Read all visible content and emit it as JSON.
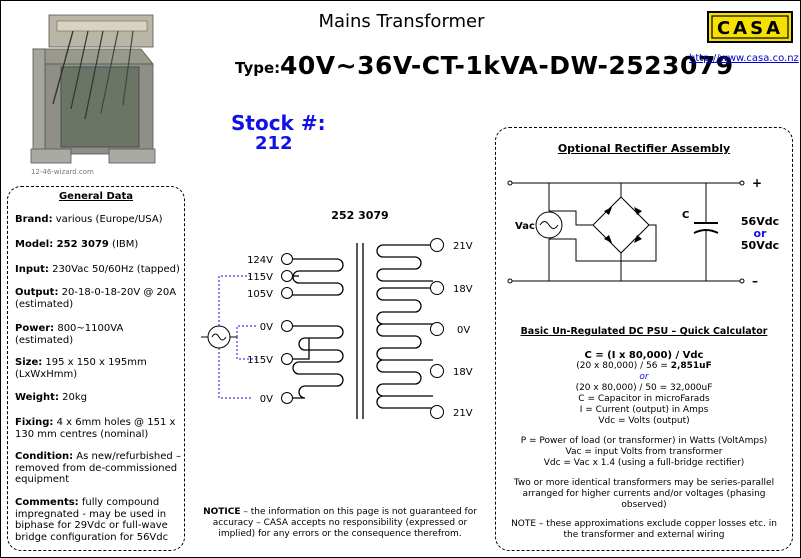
{
  "header": {
    "title": "Mains Transformer",
    "type_label": "Type:",
    "type_value": "40V~36V-CT-1kVA-DW-2523079",
    "logo_text": "CASA",
    "url": "http://www.casa.co.nz"
  },
  "stock": {
    "label": "Stock #:",
    "number": "212"
  },
  "photo": {
    "caption": "12-46-wizard.com"
  },
  "general": {
    "title": "General Data",
    "brand_label": "Brand:",
    "brand_value": " various (Europe/USA)",
    "model_label": "Model:",
    "model_value": " 252 3079",
    "model_suffix": " (IBM)",
    "input_label": "Input:",
    "input_value": " 230Vac 50/60Hz (tapped)",
    "output_label": "Output:",
    "output_value": " 20-18-0-18-20V @ 20A (estimated)",
    "power_label": "Power:",
    "power_value": " 800~1100VA (estimated)",
    "size_label": "Size:",
    "size_value": " 195 x 150 x 195mm (LxWxHmm)",
    "weight_label": "Weight:",
    "weight_value": " 20kg",
    "fixing_label": "Fixing:",
    "fixing_value": "  4 x 6mm holes @ 151 x 130 mm centres (nominal)",
    "condition_label": "Condition:",
    "condition_value": " As new/refurbished – removed from de-commissioned equipment",
    "comments_label": "Comments:",
    "comments_value": " fully compound impregnated - may be used in biphase for 29Vdc or full-wave bridge configuration for 56Vdc"
  },
  "diagram": {
    "part_number": "252 3079",
    "primary_taps": [
      "124V",
      "115V",
      "105V",
      "0V",
      "115V",
      "0V"
    ],
    "secondary_taps": [
      "21V",
      "18V",
      "0V",
      "18V",
      "21V"
    ]
  },
  "notice": {
    "bold": "NOTICE",
    "text": " – the information on this page is not guaranteed for accuracy – CASA accepts no responsibility (expressed or implied) for any errors or the consequence therefrom."
  },
  "rectifier": {
    "title": "Optional Rectifier Assembly",
    "vac_label": "Vac",
    "c_label": "C",
    "plus": "+",
    "minus": "–",
    "out_line1": "56Vdc",
    "out_or": "or",
    "out_line2": "50Vdc",
    "calc_title": "Basic Un-Regulated DC PSU – Quick Calculator",
    "formula": "C = (I x 80,000) / Vdc",
    "example1_text": "(20 x 80,000) / 56 = ",
    "example1_result": "2,851uF",
    "or": "or",
    "example2": "(20 x 80,000) / 50 = 32,000uF",
    "def_c": "C = Capacitor in microFarads",
    "def_i": "I = Current (output) in Amps",
    "def_vdc": "Vdc = Volts (output)",
    "p_def": "P = Power of load (or transformer) in Watts (VoltAmps)",
    "vac_def": "Vac = input Volts from transformer",
    "vdc_def": "Vdc = Vac x 1.4 (using a full-bridge rectifier)",
    "parallel_note": "Two or more identical transformers may be series-parallel arranged for higher currents and/or voltages (phasing observed)",
    "note": "NOTE – these approximations exclude copper losses etc. in the transformer and external wiring"
  },
  "colors": {
    "accent_blue": "#1010e8",
    "logo_yellow": "#f5e000",
    "link_blue": "#0000cc"
  }
}
